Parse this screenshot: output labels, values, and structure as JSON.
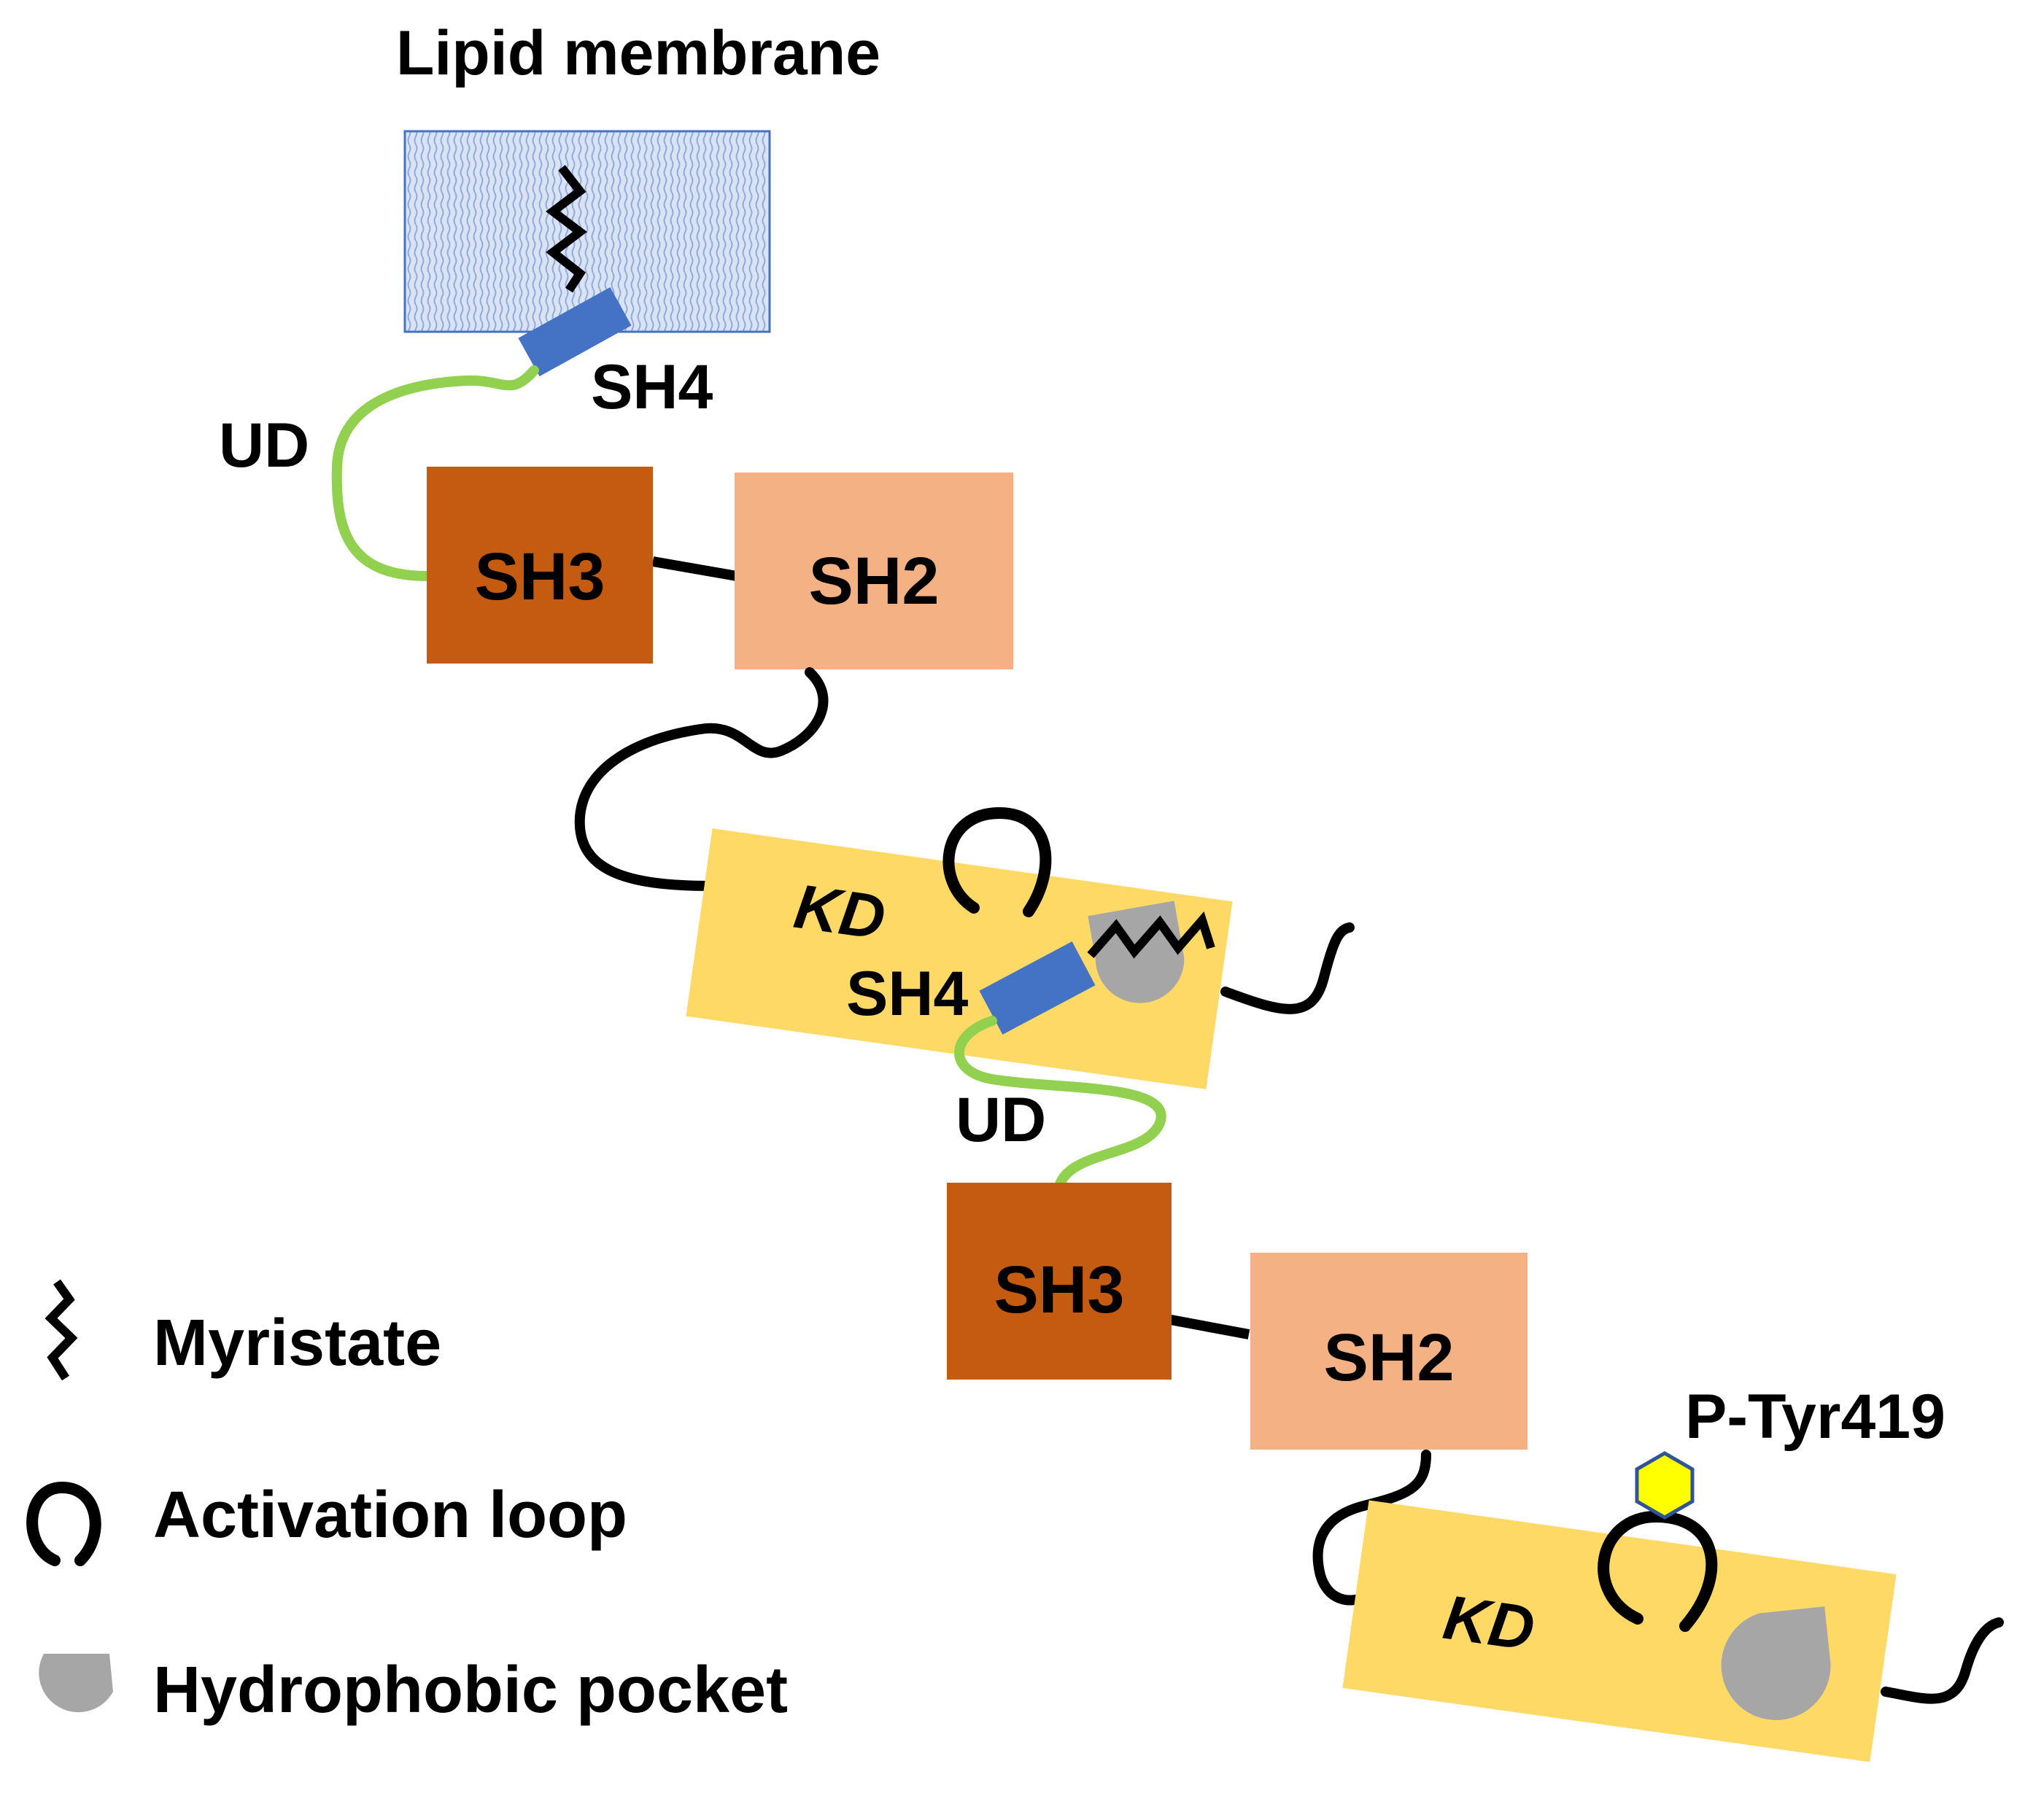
{
  "colors": {
    "sh3": "#C55A11",
    "sh2": "#F4B183",
    "kd": "#FFD966",
    "sh4": "#4472C4",
    "ud_linker": "#92D050",
    "membrane_fill": "#DAE3F3",
    "membrane_edge": "#4472C4",
    "pocket": "#A6A6A6",
    "phospho": "#FFFF00",
    "phospho_edge": "#2F5597"
  },
  "title": "Lipid membrane",
  "upper": {
    "sh4": "SH4",
    "ud": "UD",
    "sh3": "SH3",
    "sh2": "SH2"
  },
  "middle": {
    "kd": "KD",
    "sh4": "SH4",
    "ud": "UD",
    "sh3": "SH3",
    "sh2": "SH2"
  },
  "lower": {
    "kd": "KD",
    "phospho": "P-Tyr419"
  },
  "legend": [
    {
      "icon": "myristate-icon",
      "label": "Myristate"
    },
    {
      "icon": "activation-loop-icon",
      "label": "Activation loop"
    },
    {
      "icon": "hydrophobic-pocket-icon",
      "label": "Hydrophobic pocket"
    }
  ]
}
